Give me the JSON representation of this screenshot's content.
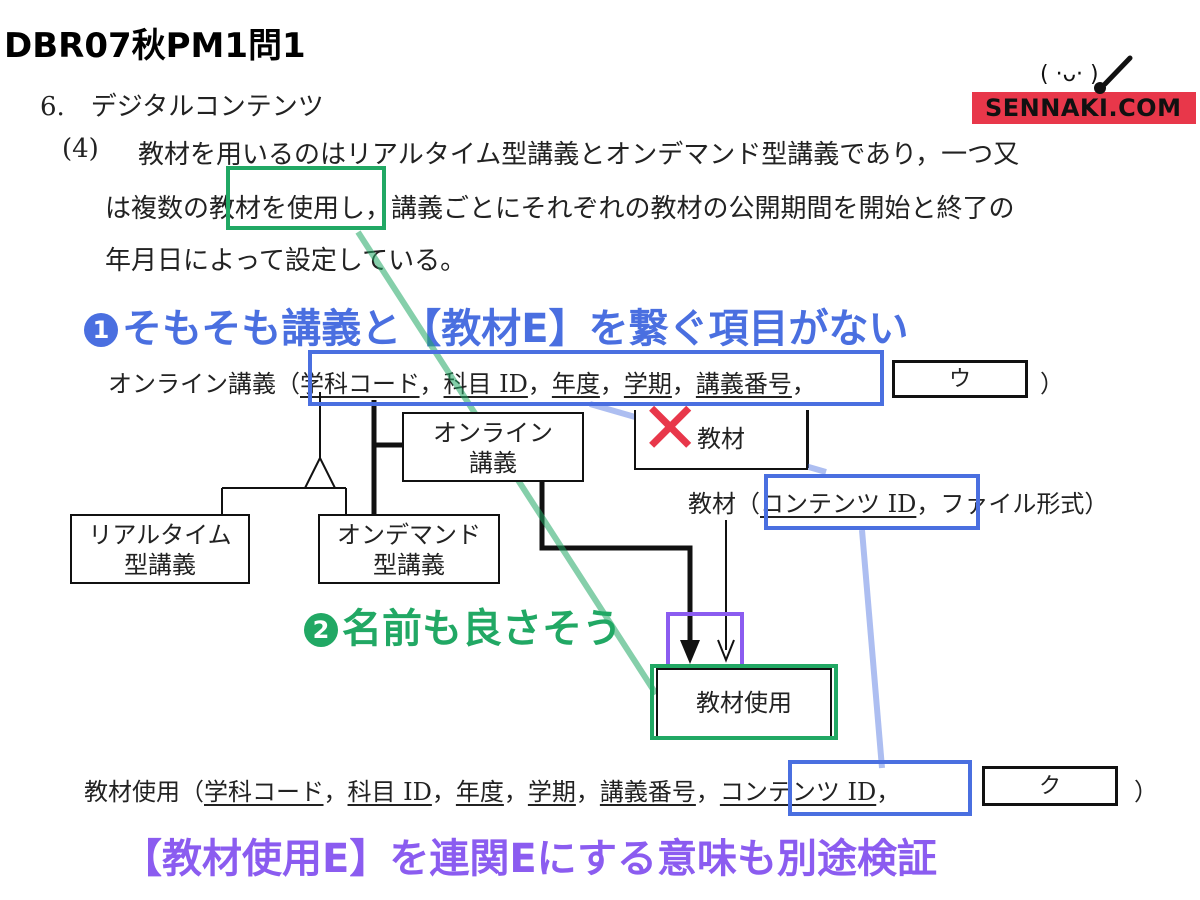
{
  "header": {
    "title": "DBR07秋PM1問1"
  },
  "logo": {
    "face": "( ·ᴗ· )",
    "text": "SENNAKI.COM"
  },
  "document": {
    "section_heading": "6.　デジタルコンテンツ",
    "paragraph_num": "(4)",
    "line1": "教材を用いるのはリアルタイム型講義とオンデマンド型講義であり，一つ又",
    "line2_pre": "は複数の",
    "line2_mid": "教材を使用",
    "line2_post": "し，講義ごとにそれぞれの教材の公開期間を開始と終了の",
    "line3": "年月日によって設定している。"
  },
  "annotations": {
    "a1_num": "1",
    "a1_text": "そもそも講義と【教材E】を繋ぐ項目がない",
    "a2_num": "2",
    "a2_text": "名前も良さそう",
    "a3_text": "【教材使用E】を連関Eにする意味も別途検証"
  },
  "schema": {
    "online_lecture": {
      "name": "オンライン講義",
      "open": "（",
      "attrs": [
        "学科コード",
        "科目 ID",
        "年度",
        "学期",
        "講義番号"
      ],
      "blank": "ウ",
      "close": "）"
    },
    "material": {
      "name": "教材",
      "open": "（",
      "key_attr": "コンテンツ ID",
      "rest": "ファイル形式）"
    },
    "material_use": {
      "name": "教材使用",
      "open": "（",
      "attrs": [
        "学科コード",
        "科目 ID",
        "年度",
        "学期",
        "講義番号"
      ],
      "key_attr": "コンテンツ ID",
      "blank": "ク",
      "close": "）"
    }
  },
  "diagram": {
    "entities": {
      "online_lecture": [
        "オンライン",
        "講義"
      ],
      "realtime": [
        "リアルタイム",
        "型講義"
      ],
      "ondemand": [
        "オンデマンド",
        "型講義"
      ],
      "material": [
        "教材"
      ],
      "material_use": [
        "教材使用"
      ]
    },
    "cross_mark": "✕"
  },
  "colors": {
    "blue": "#4a6fe0",
    "green": "#21a864",
    "purple": "#8b5cf0",
    "red": "#e8374a",
    "logo_red": "#e8374a"
  }
}
